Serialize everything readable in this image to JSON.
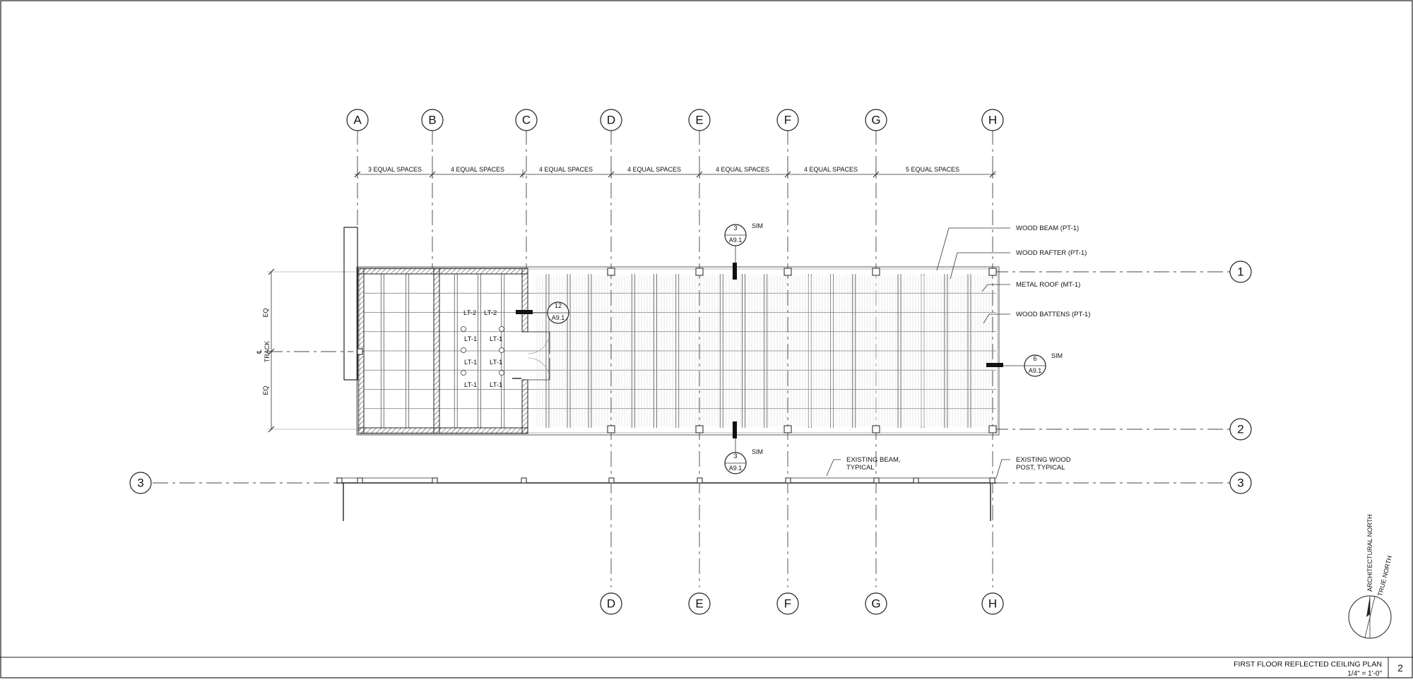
{
  "grid": {
    "columns_top": [
      "A",
      "B",
      "C",
      "D",
      "E",
      "F",
      "G",
      "H"
    ],
    "columns_bottom": [
      "D",
      "E",
      "F",
      "G",
      "H"
    ],
    "rows_right": [
      "1",
      "2",
      "3"
    ],
    "row_left": "3"
  },
  "dimensions": [
    "3 EQUAL SPACES",
    "4 EQUAL SPACES",
    "4 EQUAL SPACES",
    "4 EQUAL SPACES",
    "4 EQUAL SPACES",
    "4 EQUAL SPACES",
    "5 EQUAL SPACES"
  ],
  "left_dims": {
    "eq_top": "EQ",
    "eq_bottom": "EQ",
    "centerline": "℄",
    "track": "TRACK"
  },
  "callouts": {
    "wood_beam": "WOOD BEAM (PT-1)",
    "wood_rafter": "WOOD RAFTER (PT-1)",
    "metal_roof": "METAL ROOF (MT-1)",
    "wood_battens": "WOOD BATTENS (PT-1)",
    "existing_beam_1": "EXISTING BEAM,",
    "existing_beam_2": "TYPICAL",
    "existing_post_1": "EXISTING WOOD",
    "existing_post_2": "POST, TYPICAL"
  },
  "section_markers": [
    {
      "num": "3",
      "sheet": "A9.1",
      "note": "SIM"
    },
    {
      "num": "12",
      "sheet": "A9.1",
      "note": ""
    },
    {
      "num": "6",
      "sheet": "A9.1",
      "note": "SIM"
    },
    {
      "num": "3",
      "sheet": "A9.1",
      "note": "SIM"
    }
  ],
  "fixtures": {
    "lt2_a": "LT-2",
    "lt2_b": "LT-2",
    "lt1_1": "LT-1",
    "lt1_2": "LT-1",
    "lt1_3": "LT-1",
    "lt1_4": "LT-1",
    "lt1_5": "LT-1",
    "lt1_6": "LT-1"
  },
  "north_arrow": {
    "architectural": "ARCHITECTURAL NORTH",
    "true": "TRUE NORTH"
  },
  "title_block": {
    "title": "FIRST FLOOR REFLECTED CEILING PLAN",
    "scale": "1/4\" = 1'-0\"",
    "number": "2"
  }
}
